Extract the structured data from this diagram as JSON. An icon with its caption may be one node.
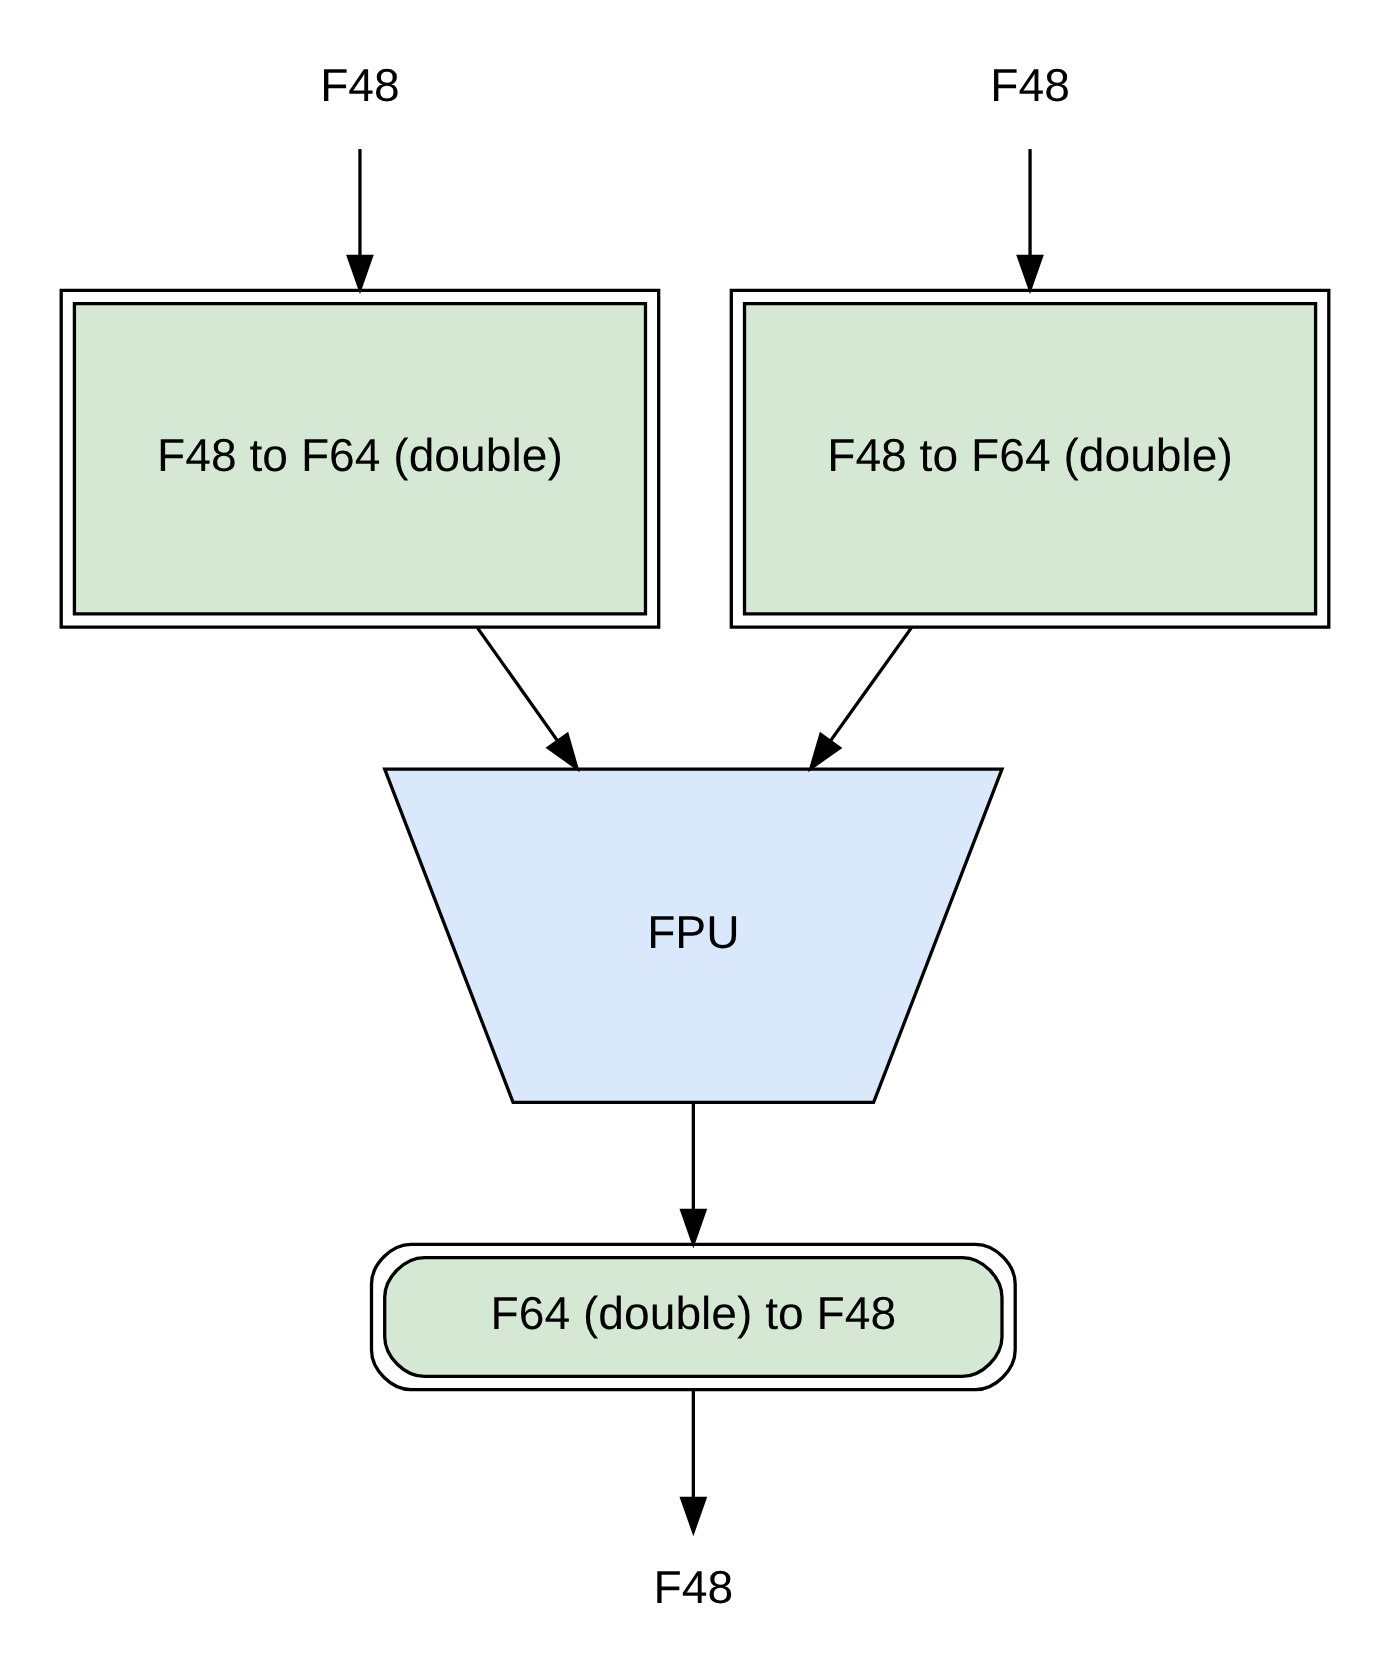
{
  "diagram": {
    "nodes": [
      {
        "text": [
          "F48"
        ]
      },
      {
        "text": [
          "F48"
        ]
      },
      {
        "text": [
          "F48 to F64 (double)"
        ]
      },
      {
        "text": [
          "F48 to F64 (double)"
        ]
      },
      {
        "text": [
          "FPU"
        ]
      },
      {
        "text": [
          "F64 (double) to F48"
        ]
      },
      {
        "text": [
          "F48"
        ]
      }
    ],
    "edges": [
      {
        "from": 0,
        "to": 2,
        "arrow": "to"
      },
      {
        "from": 1,
        "to": 3,
        "arrow": "to"
      },
      {
        "from": 2,
        "to": 4,
        "arrow": "to"
      },
      {
        "from": 3,
        "to": 4,
        "arrow": "to"
      },
      {
        "from": 4,
        "to": 5,
        "arrow": "to"
      },
      {
        "from": 5,
        "to": 6,
        "arrow": "to"
      }
    ]
  }
}
